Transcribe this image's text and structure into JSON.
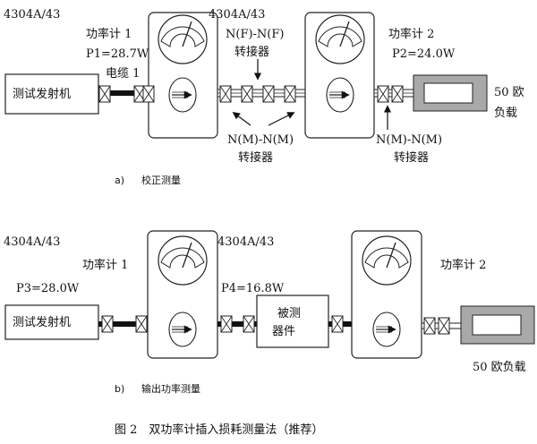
{
  "diagram_a": {
    "meter_model_1": "4304A/43",
    "meter_model_2": "4304A/43",
    "power_meter_1": "功率计 1",
    "reading_p1": "P1=28.7W",
    "cable_label": "电缆 1",
    "transmitter": "测试发射机",
    "adapter_ff": "N(F)-N(F)",
    "adapter_ff_cn": "转接器",
    "power_meter_2": "功率计 2",
    "reading_p2": "P2=24.0W",
    "load_ohm": "50 欧",
    "load_cn": "负载",
    "adapter_mm_left": "N(M)-N(M)",
    "adapter_mm_left_cn": "转接器",
    "adapter_mm_right": "N(M)-N(M)",
    "adapter_mm_right_cn": "转接器",
    "caption_letter": "a)",
    "caption": "校正测量"
  },
  "diagram_b": {
    "meter_model_1": "4304A/43",
    "meter_model_2": "4304A/43",
    "power_meter_1": "功率计 1",
    "reading_p3": "P3=28.0W",
    "reading_p4": "P4=16.8W",
    "transmitter": "测试发射机",
    "dut_line1": "被测",
    "dut_line2": "器件",
    "power_meter_2": "功率计 2",
    "load": "50 欧负载",
    "caption_letter": "b)",
    "caption": "输出功率测量"
  },
  "figure_caption": "图 2　双功率计插入损耗测量法（推荐）"
}
